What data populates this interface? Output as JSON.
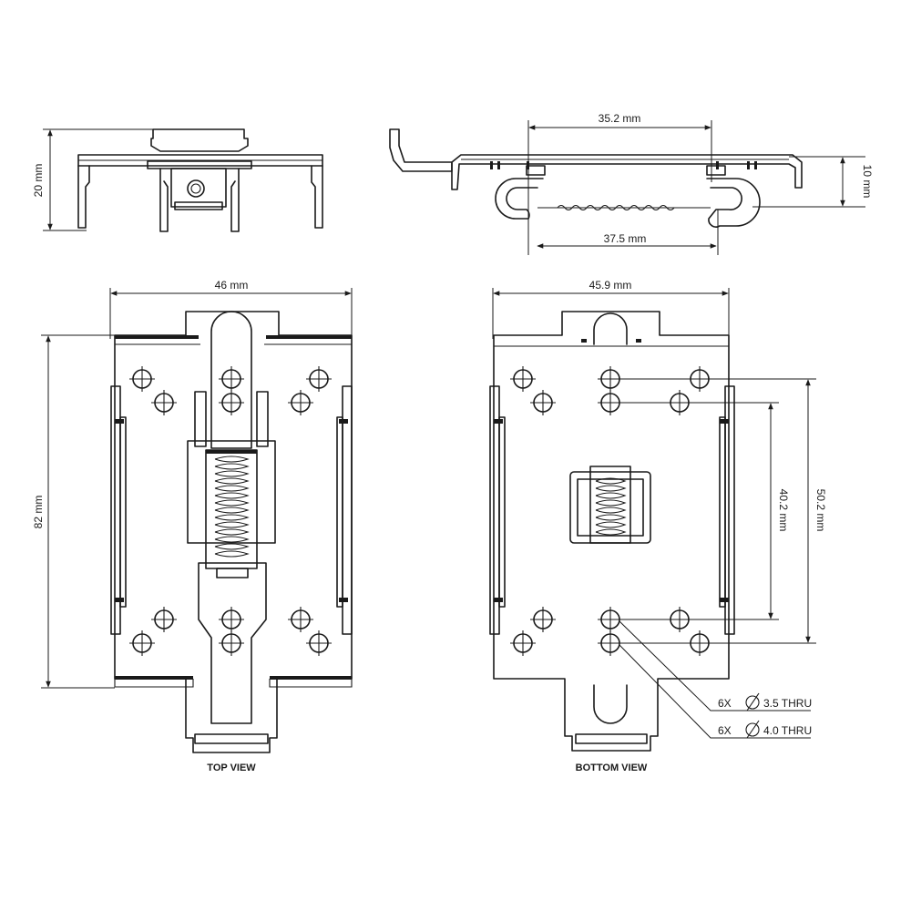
{
  "front_view": {
    "height_label": "20 mm"
  },
  "side_view": {
    "top_width_label": "35.2 mm",
    "bottom_width_label": "37.5 mm",
    "height_label": "10 mm"
  },
  "top_view": {
    "width_label": "46 mm",
    "height_label": "82 mm",
    "caption": "TOP VIEW"
  },
  "bottom_view": {
    "width_label": "45.9 mm",
    "inner_height_label": "40.2 mm",
    "outer_height_label": "50.2 mm",
    "hole_callout_small_count": "6X",
    "hole_callout_small": "3.5 THRU",
    "hole_callout_large_count": "6X",
    "hole_callout_large": "4.0 THRU",
    "caption": "BOTTOM VIEW"
  }
}
